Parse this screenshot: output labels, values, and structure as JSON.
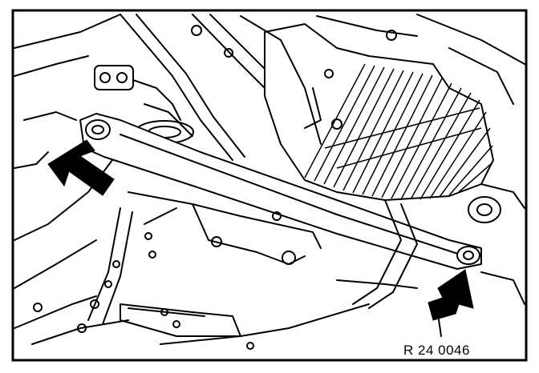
{
  "figure": {
    "reference_code": "R 24 0046",
    "colors": {
      "ink": "#000000",
      "paper": "#ffffff"
    },
    "arrows": [
      {
        "name": "arrow-left",
        "points_to": "left-strut-mount-bolt"
      },
      {
        "name": "arrow-right",
        "points_to": "right-strut-mount-bolt"
      }
    ]
  }
}
